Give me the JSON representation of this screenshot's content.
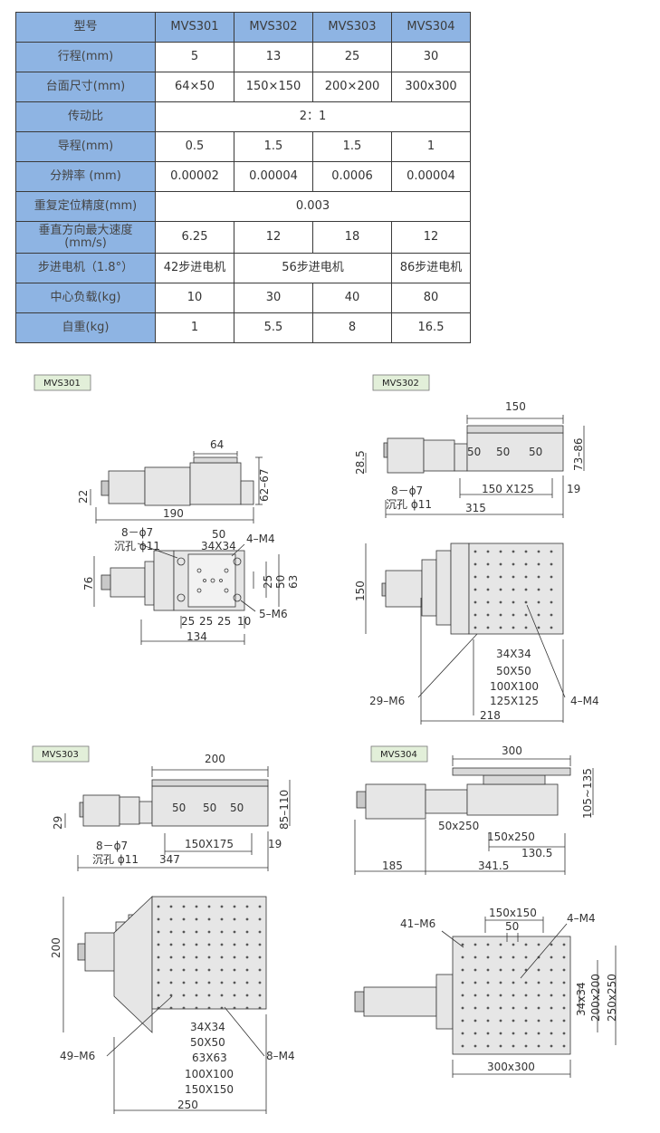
{
  "spec_table": {
    "header": [
      "型号",
      "MVS301",
      "MVS302",
      "MVS303",
      "MVS304"
    ],
    "rows": [
      {
        "label": "行程(mm)",
        "cells": [
          "5",
          "13",
          "25",
          "30"
        ]
      },
      {
        "label": "台面尺寸(mm)",
        "cells": [
          "64×50",
          "150×150",
          "200×200",
          "300x300"
        ]
      },
      {
        "label": "传动比",
        "span": "2：1"
      },
      {
        "label": "导程(mm)",
        "cells": [
          "0.5",
          "1.5",
          "1.5",
          "1"
        ]
      },
      {
        "label": "分辨率 (mm)",
        "cells": [
          "0.00002",
          "0.00004",
          "0.0006",
          "0.00004"
        ]
      },
      {
        "label": "重复定位精度(mm)",
        "span": "0.003"
      },
      {
        "label": "垂直方向最大速度(mm/s)",
        "cells": [
          "6.25",
          "12",
          "18",
          "12"
        ]
      },
      {
        "label": "步进电机（1.8°）",
        "cells": [
          "42步进电机",
          "56步进电机",
          "86步进电机"
        ]
      },
      {
        "label": "中心负载(kg)",
        "cells": [
          "10",
          "30",
          "40",
          "80"
        ]
      },
      {
        "label": "自重(kg)",
        "cells": [
          "1",
          "5.5",
          "8",
          "16.5"
        ]
      }
    ]
  },
  "drawings": {
    "mvs301": {
      "tag": "MVS301",
      "side": {
        "w_top": "64",
        "height": "62–67",
        "base": "22",
        "length": "190"
      },
      "top": {
        "holes": "8－ϕ7",
        "counterbore": "沉孔 ϕ11",
        "pitch": "50",
        "square": "34X34",
        "tap": "4–M4",
        "width": "76",
        "d25": "25",
        "d50": "50",
        "d63": "63",
        "tap2": "5–M6",
        "seg1": "25",
        "seg2": "25",
        "seg3": "25",
        "seg4": "10",
        "len": "134"
      }
    },
    "mvs302": {
      "tag": "MVS302",
      "side": {
        "w_top": "150",
        "p1": "50",
        "p2": "50",
        "p3": "50",
        "height": "73–86",
        "base": "28.5",
        "holes": "8－ϕ7",
        "counterbore": "沉孔 ϕ11",
        "pitch": "150 X125",
        "d19": "19",
        "length": "315"
      },
      "top": {
        "width": "150",
        "sq1": "34X34",
        "sq2": "50X50",
        "sq3": "100X100",
        "sq4": "125X125",
        "tap1": "29–M6",
        "tap2": "4–M4",
        "len": "218"
      }
    },
    "mvs303": {
      "tag": "MVS303",
      "side": {
        "w_top": "200",
        "p1": "50",
        "p2": "50",
        "p3": "50",
        "height": "85–110",
        "base": "29",
        "holes": "8－ϕ7",
        "counterbore": "沉孔 ϕ11",
        "pitch": "150X175",
        "d19": "19",
        "length": "347"
      },
      "top": {
        "width": "200",
        "sq1": "34X34",
        "sq2": "50X50",
        "sq3": "63X63",
        "sq4": "100X100",
        "sq5": "150X150",
        "tap1": "49–M6",
        "tap2": "8–M4",
        "len": "250"
      }
    },
    "mvs304": {
      "tag": "MVS304",
      "side": {
        "w_top": "300",
        "height": "105~135",
        "p1": "50x250",
        "p2": "150x250",
        "p3": "130.5",
        "motor": "185",
        "length": "341.5"
      },
      "top": {
        "tap1": "41–M6",
        "tap2": "4–M4",
        "sq1": "150x150",
        "sq2": "50",
        "h1": "34x34",
        "h2": "200x200",
        "h3": "250x250",
        "len": "300x300"
      }
    }
  },
  "colors": {
    "header_fill": "#8eb4e3",
    "tag_fill": "#e2efd9",
    "part_fill": "#e6e6e6",
    "line": "#333333"
  }
}
